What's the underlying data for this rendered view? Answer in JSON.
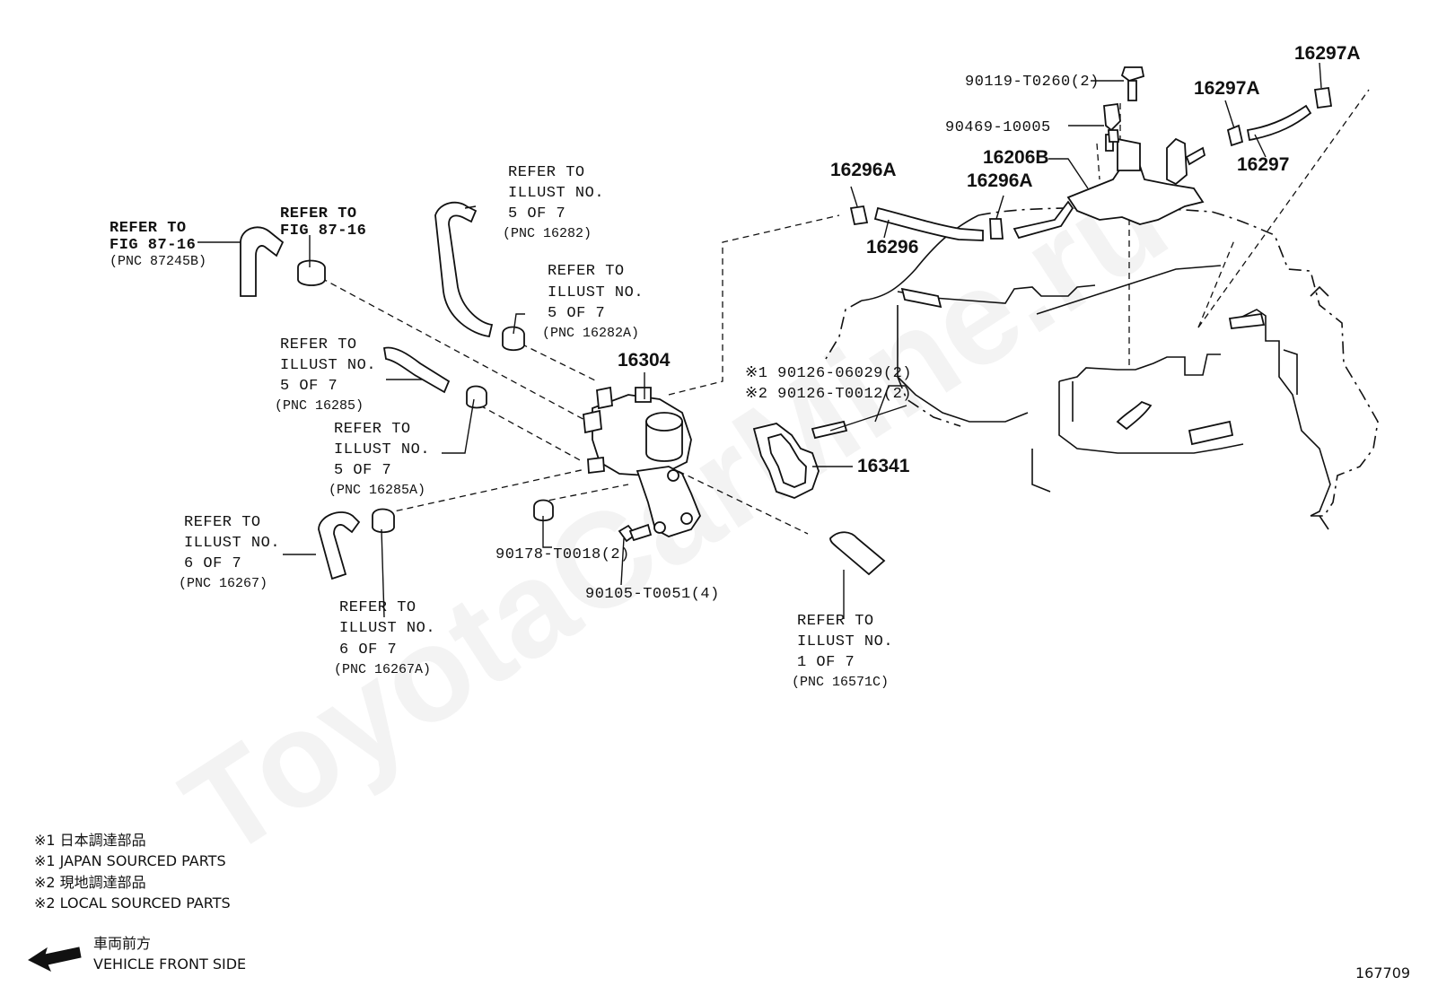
{
  "watermark": "ToyotaCarMine.ru",
  "parts": {
    "p16297A_top": "16297A",
    "p16297A_mid": "16297A",
    "p16297": "16297",
    "p90119": "90119-T0260(2)",
    "p90469": "90469-10005",
    "p16206B": "16206B",
    "p16296A_left": "16296A",
    "p16296A_right": "16296A",
    "p16296": "16296",
    "p16304": "16304",
    "p16341": "16341",
    "p90126_1": "※1 90126-06029(2)",
    "p90126_2": "※2 90126-T0012(2)",
    "p90178": "90178-T0018(2)",
    "p90105": "90105-T0051(4)"
  },
  "refs": {
    "fig87_left": [
      "REFER TO",
      "FIG 87-16",
      "(PNC 87245B)"
    ],
    "fig87_right": [
      "REFER TO",
      "FIG 87-16"
    ],
    "r16282": [
      "REFER TO",
      "ILLUST NO.",
      "5 OF 7",
      "(PNC 16282)"
    ],
    "r16282A": [
      "REFER TO",
      "ILLUST NO.",
      "5 OF 7",
      "(PNC 16282A)"
    ],
    "r16285": [
      "REFER TO",
      "ILLUST NO.",
      "5 OF 7",
      "(PNC 16285)"
    ],
    "r16285A": [
      "REFER TO",
      "ILLUST NO.",
      "5 OF 7",
      "(PNC 16285A)"
    ],
    "r16267": [
      "REFER TO",
      "ILLUST NO.",
      "6 OF 7",
      "(PNC 16267)"
    ],
    "r16267A": [
      "REFER TO",
      "ILLUST NO.",
      "6 OF 7",
      "(PNC 16267A)"
    ],
    "r16571C": [
      "REFER TO",
      "ILLUST NO.",
      "1 OF 7",
      "(PNC 16571C)"
    ]
  },
  "legend": {
    "line1": "※1 日本調達部品",
    "line2": "※1 JAPAN SOURCED PARTS",
    "line3": "※2 現地調達部品",
    "line4": "※2 LOCAL SOURCED PARTS"
  },
  "direction": {
    "jp": "車両前方",
    "en": "VEHICLE FRONT SIDE"
  },
  "figure_number": "167709"
}
